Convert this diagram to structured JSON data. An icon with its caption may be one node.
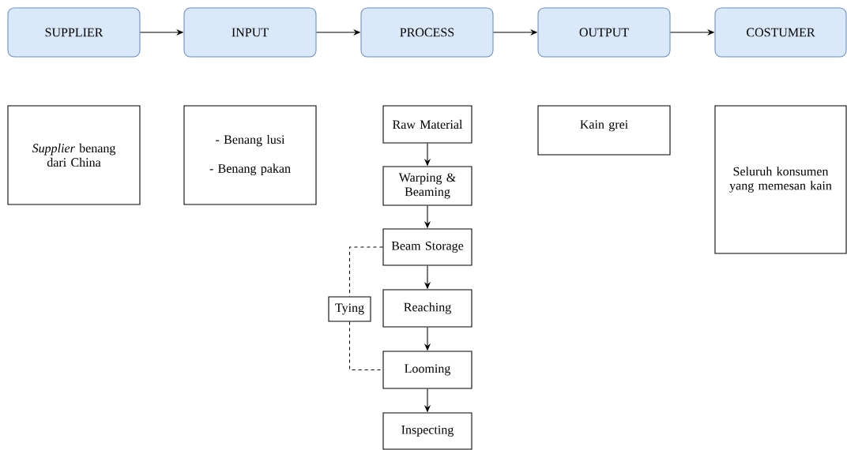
{
  "diagram": {
    "nodes": [
      {
        "text": [
          "SUPPLIER"
        ]
      },
      {
        "text": [
          "INPUT"
        ]
      },
      {
        "text": [
          "PROCESS"
        ]
      },
      {
        "text": [
          "OUTPUT"
        ]
      },
      {
        "text": [
          "COSTUMER"
        ]
      },
      {
        "text": [
          "*Supplier* benang dari China"
        ]
      },
      {
        "text": [
          "- Benang lusi",
          "- Benang pakan"
        ]
      },
      {
        "text": [
          "Raw Material"
        ]
      },
      {
        "text": [
          "Warping & Beaming"
        ]
      },
      {
        "text": [
          "Beam Storage"
        ]
      },
      {
        "text": [
          "Reaching"
        ]
      },
      {
        "text": [
          "Looming"
        ]
      },
      {
        "text": [
          "Inspecting"
        ]
      },
      {
        "text": [
          "Tying"
        ]
      },
      {
        "text": [
          "Kain grei"
        ]
      },
      {
        "text": [
          "Seluruh konsumen yang memesan kain"
        ]
      }
    ],
    "edges": [
      {
        "from": 0,
        "to": 1,
        "arrow": "to"
      },
      {
        "from": 1,
        "to": 2,
        "arrow": "to"
      },
      {
        "from": 2,
        "to": 3,
        "arrow": "to"
      },
      {
        "from": 3,
        "to": 4,
        "arrow": "to"
      },
      {
        "from": 7,
        "to": 8,
        "arrow": "to"
      },
      {
        "from": 8,
        "to": 9,
        "arrow": "to"
      },
      {
        "from": 9,
        "to": 10,
        "arrow": "to"
      },
      {
        "from": 10,
        "to": 11,
        "arrow": "to"
      },
      {
        "from": 11,
        "to": 12,
        "arrow": "to"
      },
      {
        "from": 9,
        "to": 13,
        "arrow": "none",
        "style": "dashed"
      },
      {
        "from": 13,
        "to": 11,
        "arrow": "none",
        "style": "dashed"
      }
    ]
  }
}
